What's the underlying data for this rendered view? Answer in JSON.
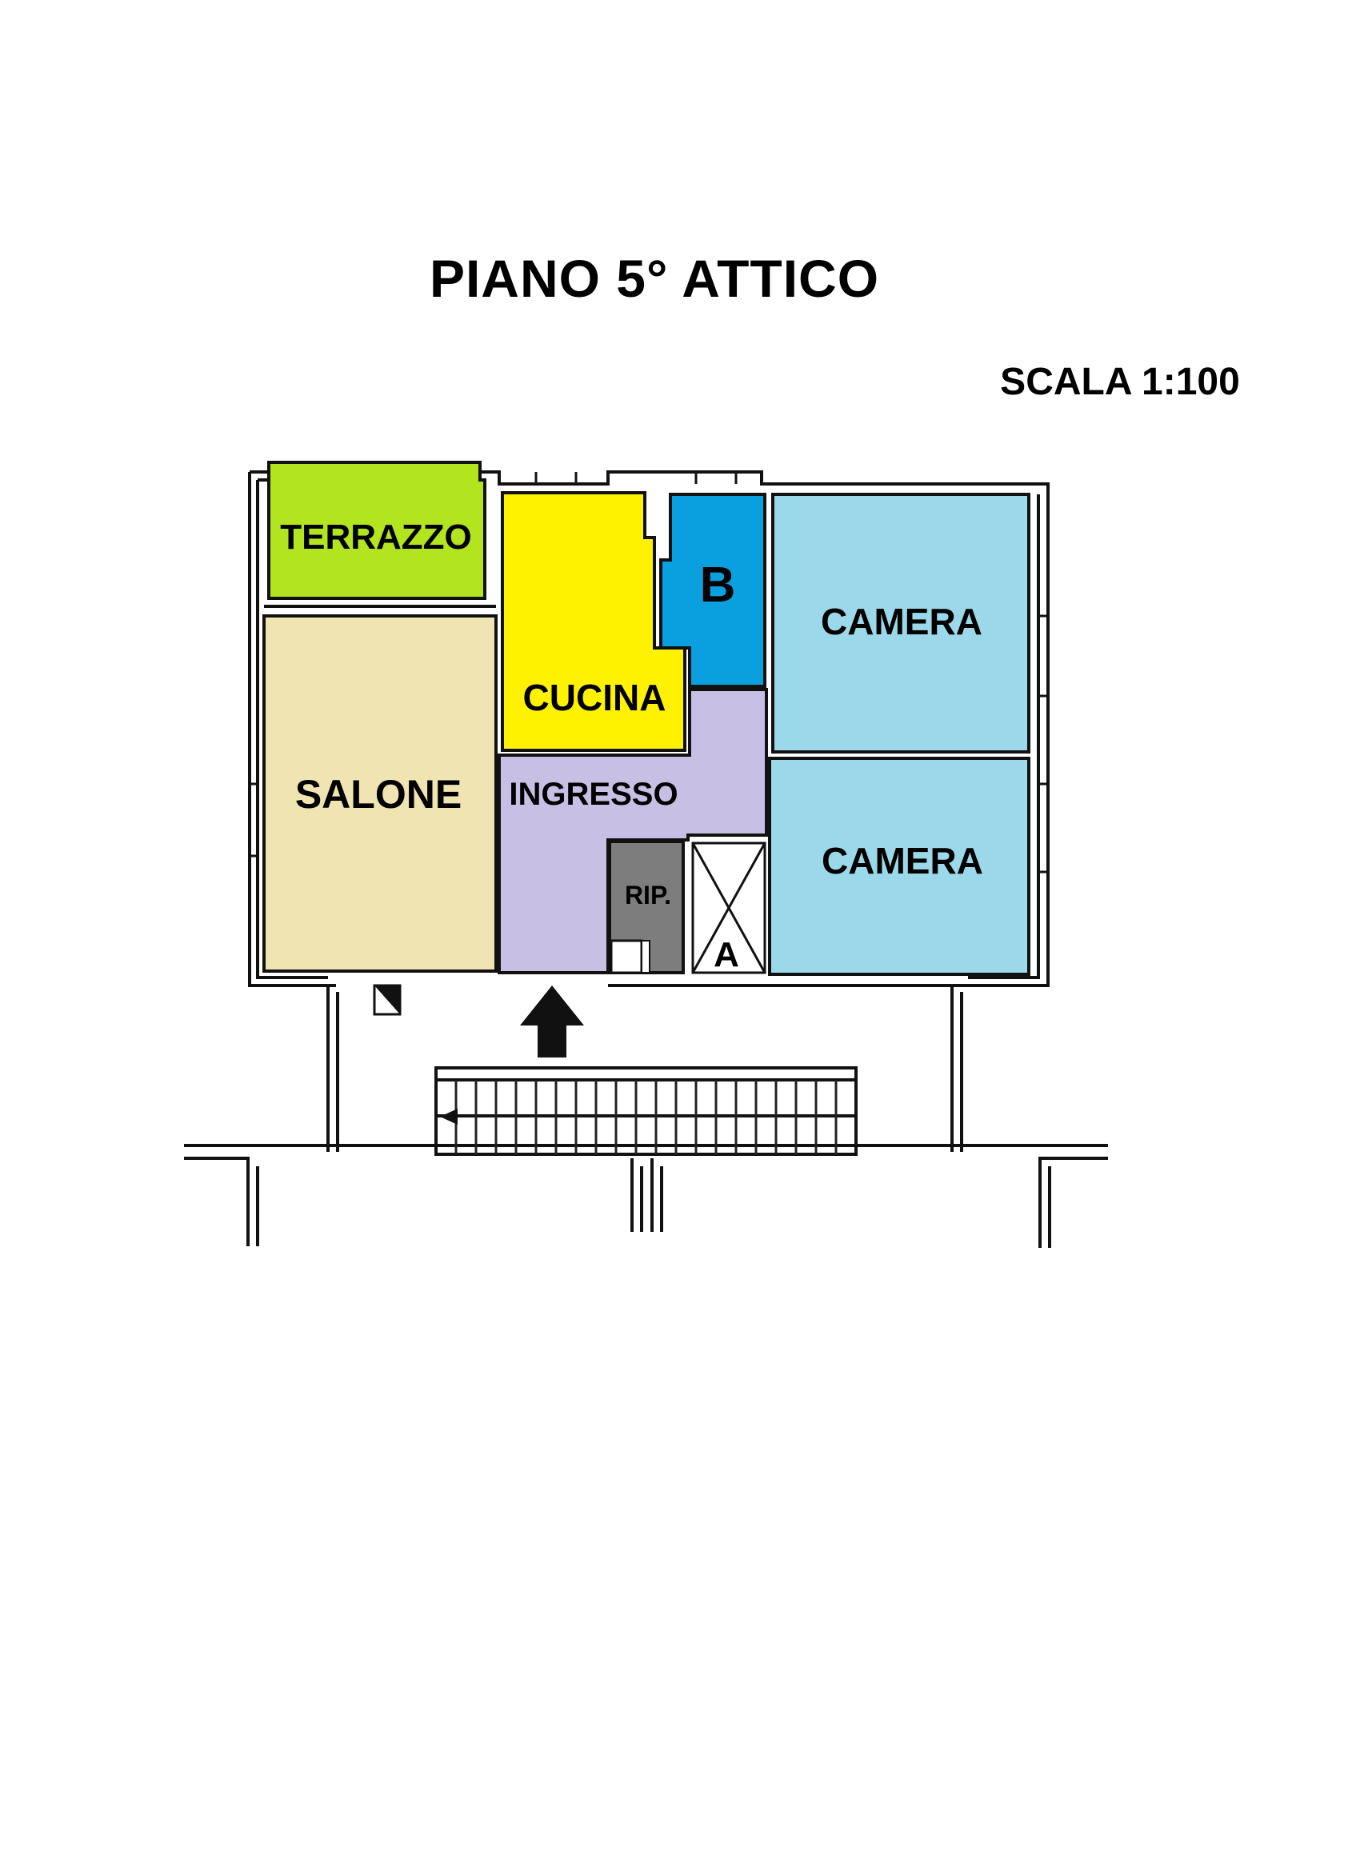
{
  "title": "PIANO 5° ATTICO",
  "scale": "SCALA 1:100",
  "colors": {
    "terrazzo": "#b2e41f",
    "salone": "#f0e4b2",
    "cucina": "#fff200",
    "bagno": "#0aa0e0",
    "ingresso": "#c8c0e4",
    "camera": "#9bd9ea",
    "ripostiglio": "#7d7d7d",
    "wall": "#111111"
  },
  "rooms": {
    "terrazzo": "TERRAZZO",
    "salone": "SALONE",
    "cucina": "CUCINA",
    "bagno": "B",
    "ingresso": "INGRESSO",
    "camera_top": "CAMERA",
    "camera_bottom": "CAMERA",
    "ripostiglio": "RIP.",
    "ascensore": "A"
  }
}
